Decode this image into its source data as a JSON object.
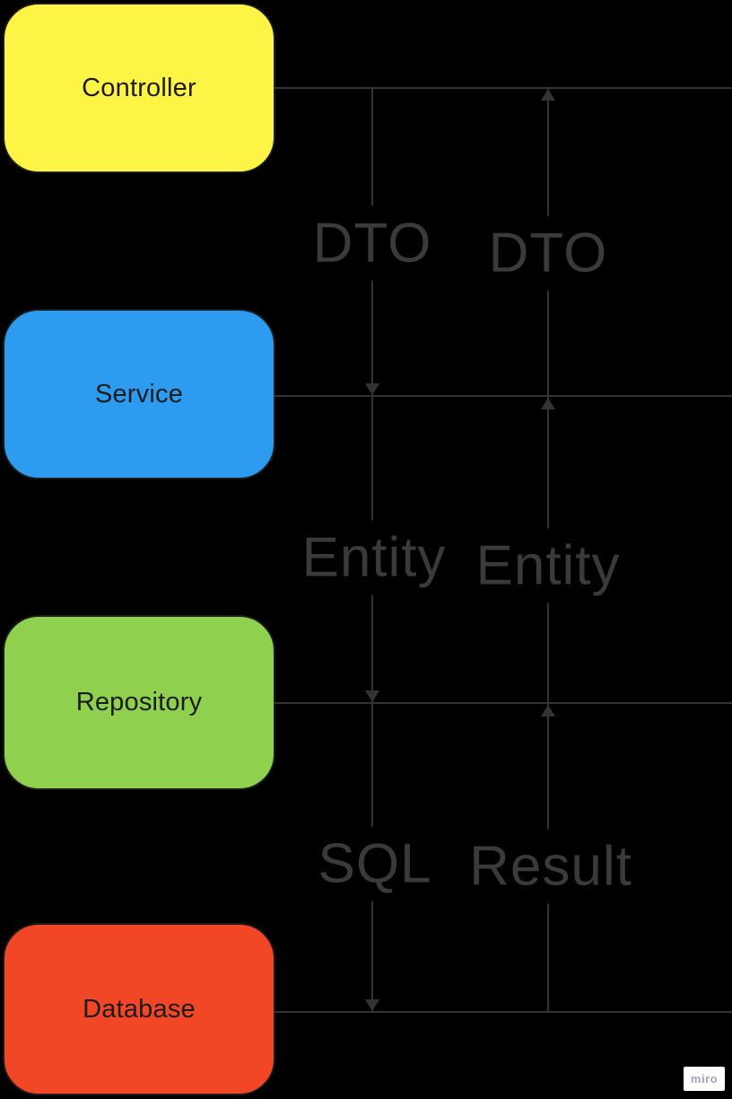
{
  "canvas": {
    "background": "#000000",
    "line_color": "#333333",
    "connector_label_color": "#3a3a3a"
  },
  "layers": [
    {
      "label": "Controller",
      "color": "#fef445"
    },
    {
      "label": "Service",
      "color": "#2d9bf0"
    },
    {
      "label": "Repository",
      "color": "#8fd14f"
    },
    {
      "label": "Database",
      "color": "#f24726"
    }
  ],
  "connectors": [
    {
      "label": "DTO",
      "direction": "down",
      "from": "Controller",
      "to": "Service"
    },
    {
      "label": "DTO",
      "direction": "up",
      "from": "Service",
      "to": "Controller"
    },
    {
      "label": "Entity",
      "direction": "down",
      "from": "Service",
      "to": "Repository"
    },
    {
      "label": "Entity",
      "direction": "up",
      "from": "Repository",
      "to": "Service"
    },
    {
      "label": "SQL",
      "direction": "down",
      "from": "Repository",
      "to": "Database"
    },
    {
      "label": "Result",
      "direction": "up",
      "from": "Database",
      "to": "Repository"
    }
  ],
  "watermark": {
    "label": "miro"
  }
}
